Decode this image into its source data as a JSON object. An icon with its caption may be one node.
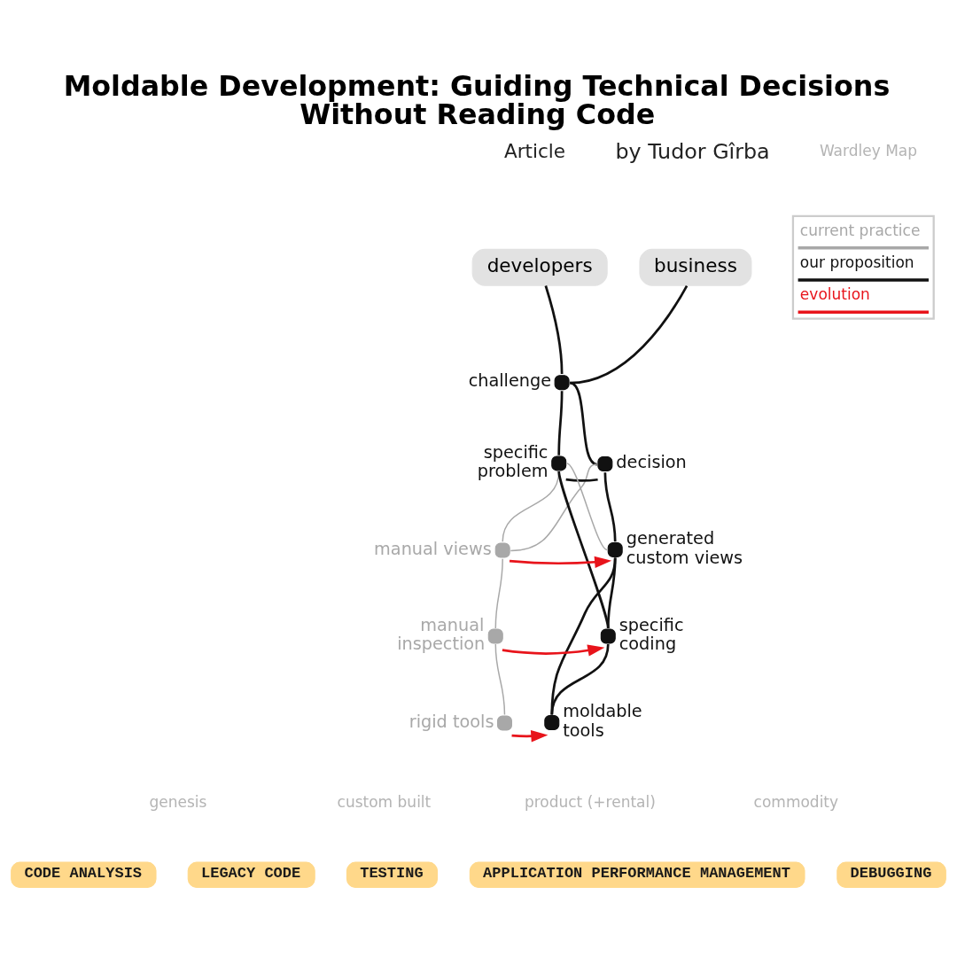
{
  "diagram": {
    "title": "Moldable Development: Guiding Technical Decisions Without Reading Code",
    "nodes": [
      {
        "text": [
          "developers"
        ]
      },
      {
        "text": [
          "business"
        ]
      },
      {
        "text": [],
        "shape": "circle",
        "beside": [
          "challenge"
        ]
      },
      {
        "text": [],
        "shape": "circle",
        "beside": [
          "decision"
        ]
      },
      {
        "text": [],
        "shape": "circle",
        "beside": [
          "specific problem"
        ]
      },
      {
        "text": [],
        "shape": "circle",
        "beside": [
          "manual views"
        ]
      },
      {
        "text": [],
        "shape": "circle",
        "beside": [
          "generated custom views"
        ]
      },
      {
        "text": [],
        "shape": "circle",
        "beside": [
          "manual inspection"
        ]
      },
      {
        "text": [],
        "shape": "circle",
        "beside": [
          "specific coding"
        ]
      },
      {
        "text": [],
        "shape": "circle",
        "beside": [
          "rigid tools"
        ]
      },
      {
        "text": [],
        "shape": "circle",
        "beside": [
          "moldable tools"
        ]
      },
      {
        "text": [
          "CODE ANALYSIS"
        ]
      },
      {
        "text": [
          "LEGACY CODE"
        ]
      },
      {
        "text": [
          "TESTING"
        ]
      },
      {
        "text": [
          "APPLICATION PERFORMANCE MANAGEMENT"
        ]
      },
      {
        "text": [
          "DEBUGGING"
        ]
      }
    ],
    "edges": [
      {
        "from": 0,
        "to": 2,
        "arrow": "none"
      },
      {
        "from": 1,
        "to": 2,
        "arrow": "none"
      },
      {
        "from": 2,
        "to": 4,
        "arrow": "none"
      },
      {
        "from": 2,
        "to": 3,
        "arrow": "none"
      },
      {
        "from": 4,
        "to": 3,
        "arrow": "none"
      },
      {
        "from": 3,
        "to": 6,
        "arrow": "none"
      },
      {
        "from": 4,
        "to": 8,
        "arrow": "none"
      },
      {
        "from": 4,
        "to": 6,
        "arrow": "none",
        "color": "#a8a8a8"
      },
      {
        "from": 4,
        "to": 5,
        "arrow": "none",
        "color": "#a8a8a8"
      },
      {
        "from": 3,
        "to": 5,
        "arrow": "none",
        "color": "#a8a8a8"
      },
      {
        "from": 5,
        "to": 7,
        "arrow": "none",
        "color": "#a8a8a8"
      },
      {
        "from": 5,
        "to": 6,
        "arrow": "to",
        "color": "#e8141b"
      },
      {
        "from": 7,
        "to": 8,
        "arrow": "to",
        "color": "#e8141b"
      },
      {
        "from": 7,
        "to": 9,
        "arrow": "none",
        "color": "#a8a8a8"
      },
      {
        "from": 9,
        "to": 10,
        "arrow": "to",
        "color": "#e8141b"
      },
      {
        "from": 6,
        "to": 8,
        "arrow": "none"
      },
      {
        "from": 8,
        "to": 10,
        "arrow": "none"
      },
      {
        "from": 6,
        "to": 10,
        "arrow": "none"
      }
    ],
    "labels": [
      "Article",
      "by Tudor Gîrba",
      "Wardley Map",
      "genesis",
      "custom built",
      "product (+rental)",
      "commodity"
    ],
    "legend": [
      {
        "text": "current practice"
      },
      {
        "text": "our proposition"
      },
      {
        "text": "evolution"
      }
    ]
  }
}
